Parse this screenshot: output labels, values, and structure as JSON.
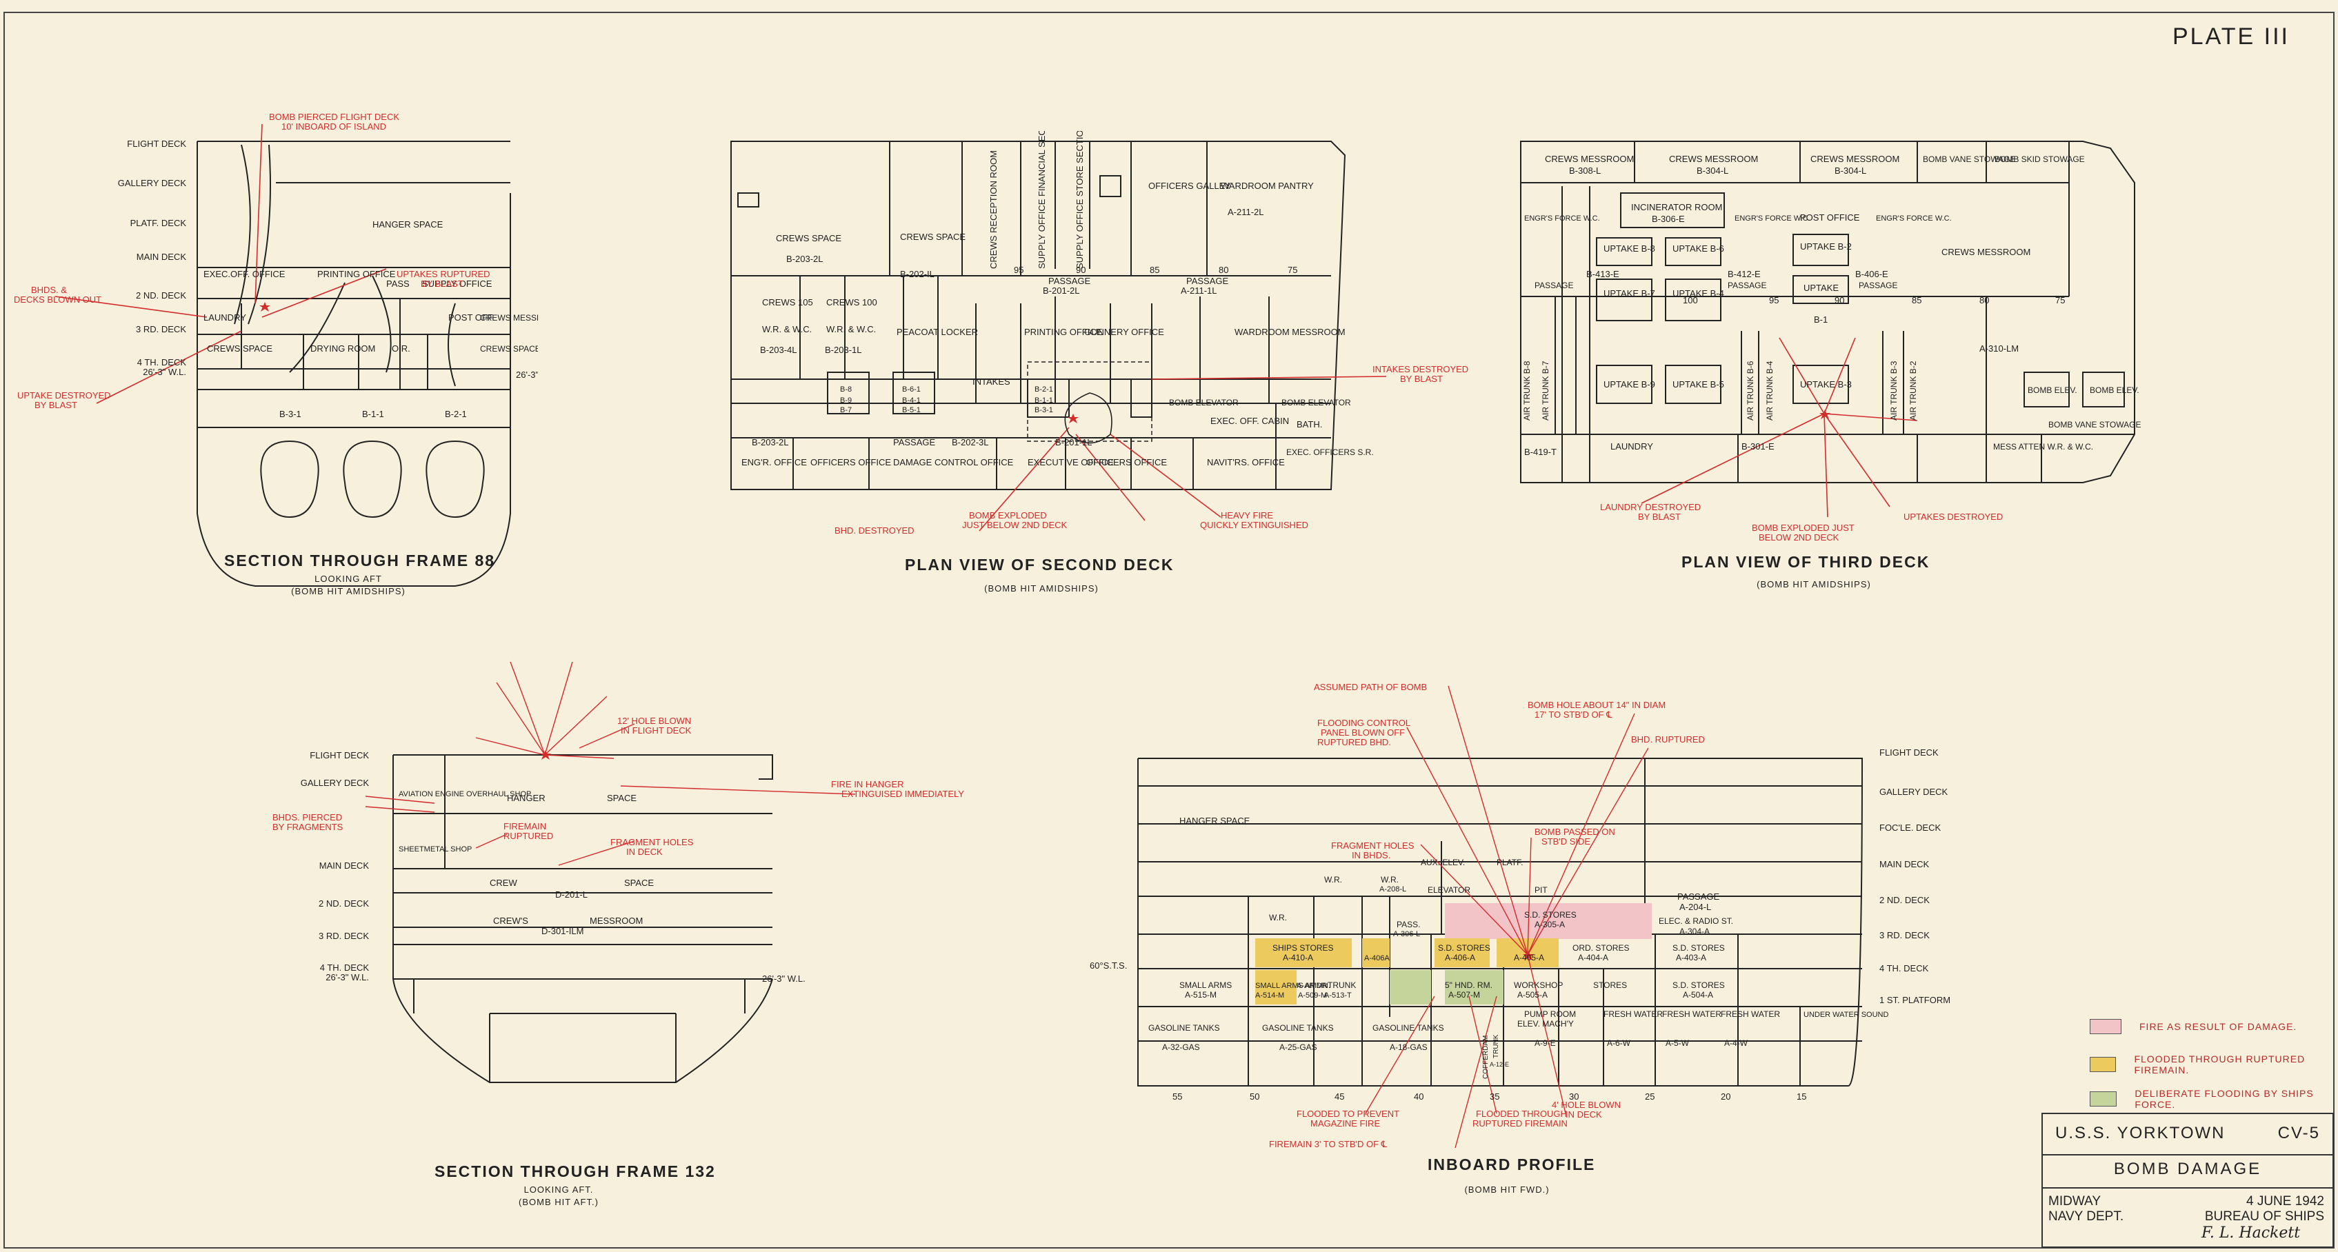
{
  "plate": "PLATE III",
  "drawings": {
    "frame88": {
      "title": "SECTION THROUGH FRAME 88",
      "sub1": "LOOKING AFT",
      "sub2": "(BOMB HIT AMIDSHIPS)",
      "deck_labels": [
        "FLIGHT DECK",
        "GALLERY DECK",
        "PLATF. DECK",
        "MAIN DECK",
        "2 ND. DECK",
        "3 RD. DECK",
        "4 TH. DECK",
        "26'-3\" W.L."
      ],
      "spaces": [
        "HANGER SPACE",
        "EXEC.OFF. OFFICE",
        "PRINTING OFFICE",
        "PASS",
        "SUPPLY OFFICE",
        "LAUNDRY",
        "POST OFF.",
        "CREWS MESSROOM",
        "CREWS SPACE",
        "DRYING ROOM",
        "O.R.",
        "CREWS SPACE",
        "B-3-1",
        "B-1-1",
        "B-2-1"
      ],
      "wl_right": "26'-3\" W.L.",
      "notes": [
        "BOMB PIERCED FLIGHT DECK",
        "10' INBOARD OF ISLAND",
        "BHDS. &",
        "DECKS BLOWN OUT",
        "UPTAKES RUPTURED",
        "BY BLAST",
        "UPTAKE DESTROYED",
        "BY BLAST"
      ]
    },
    "second_deck": {
      "title": "PLAN VIEW OF SECOND DECK",
      "sub": "(BOMB HIT AMIDSHIPS)",
      "spaces": [
        "CREWS SPACE",
        "B-203-2L",
        "CREWS SPACE",
        "B-202-IL",
        "CREWS RECEPTION ROOM",
        "SUPPLY OFFICE FINANCIAL SECTION",
        "SUPPLY OFFICE STORE SECTION",
        "OFFICERS GALLEY",
        "WARDROOM PANTRY",
        "A-211-2L",
        "PASSAGE",
        "B-201-2L",
        "PASSAGE",
        "A-211-1L",
        "CREWS 105",
        "CREWS 100",
        "W.R. & W.C.",
        "B-203-4L",
        "W.R. & W.C.",
        "B-203-1L",
        "PEACOAT LOCKER",
        "PRINTING OFFICE",
        "GUNNERY OFFICE",
        "WARDROOM MESSROOM",
        "INTAKES",
        "B-8",
        "B-9",
        "B-7",
        "B-6-1",
        "B-4-1",
        "B-5-1",
        "B-2-1",
        "B-1-1",
        "B-3-1",
        "BOMB ELEVATOR",
        "BOMB ELEVATOR",
        "BATH.",
        "EXEC. OFF. CABIN",
        "EXEC. OFFICERS S.R.",
        "B-203-2L",
        "PASSAGE",
        "B-202-3L",
        "B-201-1L",
        "ENG'R. OFFICE",
        "OFFICERS OFFICE",
        "DAMAGE CONTROL OFFICE",
        "EXECUTIVE OFFICE",
        "OFFICERS OFFICE",
        "NAVIT'RS. OFFICE"
      ],
      "frames": [
        "95",
        "90",
        "85",
        "80",
        "75"
      ],
      "notes": [
        "INTAKES DESTROYED",
        "BY BLAST",
        "BHD. DESTROYED",
        "BOMB EXPLODED",
        "JUST BELOW 2ND DECK",
        "HEAVY FIRE",
        "QUICKLY EXTINGUISHED"
      ]
    },
    "third_deck": {
      "title": "PLAN VIEW OF THIRD DECK",
      "sub": "(BOMB HIT AMIDSHIPS)",
      "spaces": [
        "CREWS MESSROOM",
        "B-308-L",
        "CREWS MESSROOM",
        "B-304-L",
        "CREWS MESSROOM",
        "B-304-L",
        "BOMB VANE STOWAGE",
        "BOMB SKID STOWAGE",
        "ENGR'S FORCE W.C.",
        "INCINERATOR ROOM",
        "B-306-E",
        "ENGR'S FORCE W.C.",
        "POST OFFICE",
        "ENGR'S FORCE W.C.",
        "UPTAKE B-8",
        "UPTAKE B-6",
        "UPTAKE B-2",
        "PASSAGE",
        "B-413-E",
        "B-412-E",
        "PASSAGE",
        "B-406-E",
        "PASSAGE",
        "CREWS MESSROOM",
        "UPTAKE B-7",
        "UPTAKE B-4",
        "UPTAKE",
        "B-1",
        "A-310-LM",
        "AIR TRUNK B-8",
        "AIR TRUNK B-7",
        "AIR TRUNK B-6",
        "AIR TRUNK B-4",
        "AIR TRUNK B-3",
        "AIR TRUNK B-2",
        "UPTAKE B-9",
        "UPTAKE B-5",
        "UPTAKE B-3",
        "BOMB ELEV.",
        "BOMB ELEV.",
        "B-419-T",
        "LAUNDRY",
        "B-301-E",
        "BOMB VANE STOWAGE",
        "MESS ATTEN W.R. & W.C."
      ],
      "frames": [
        "100",
        "95",
        "90",
        "85",
        "80",
        "75"
      ],
      "notes": [
        "LAUNDRY DESTROYED",
        "BY BLAST",
        "BOMB EXPLODED JUST",
        "BELOW 2ND DECK",
        "UPTAKES DESTROYED"
      ]
    },
    "frame132": {
      "title": "SECTION THROUGH FRAME 132",
      "sub1": "LOOKING AFT.",
      "sub2": "(BOMB HIT AFT.)",
      "deck_labels": [
        "FLIGHT DECK",
        "GALLERY DECK",
        "MAIN DECK",
        "2 ND. DECK",
        "3 RD. DECK",
        "4 TH. DECK",
        "26'-3\" W.L."
      ],
      "spaces": [
        "HANGER",
        "SPACE",
        "AVIATION ENGINE OVERHAUL SHOP",
        "SHEETMETAL SHOP",
        "CREW",
        "SPACE",
        "D-201-L",
        "CREW'S",
        "MESSROOM",
        "D-301-ILM"
      ],
      "wl_right": "26'-3\" W.L.",
      "notes": [
        "12' HOLE BLOWN",
        "IN FLIGHT DECK",
        "FIRE IN HANGER",
        "EXTINGUISED IMMEDIATELY",
        "BHDS. PIERCED",
        "BY FRAGMENTS",
        "FIREMAIN",
        "RUPTURED",
        "FRAGMENT HOLES",
        "IN DECK"
      ]
    },
    "inboard": {
      "title": "INBOARD PROFILE",
      "sub": "(BOMB HIT FWD.)",
      "deck_labels": [
        "FLIGHT DECK",
        "GALLERY DECK",
        "FOC'LE. DECK",
        "MAIN DECK",
        "2 ND. DECK",
        "3 RD. DECK",
        "4 TH. DECK",
        "1 ST. PLATFORM"
      ],
      "spaces": [
        "HANGER SPACE",
        "AUX. ELEV.",
        "PLATF.",
        "ELEVATOR",
        "PIT",
        "PASSAGE",
        "A-204-L",
        "W.R.",
        "W.R.",
        "A-208-L",
        "PASS.",
        "A-306-L",
        "W.R.",
        "S.D. STORES",
        "A-305-A",
        "ELEC. & RADIO ST.",
        "A-304-A",
        "SHIPS STORES",
        "A-410-A",
        "A-406A",
        "S.D. STORES",
        "A-406-A",
        "A-405-A",
        "ORD. STORES",
        "A-404-A",
        "S.D. STORES",
        "A-403-A",
        "SMALL ARMS",
        "A-515-M",
        "SMALL ARMS AMMN.",
        "A-514-M",
        "A-AP DR",
        "A-509-M",
        "TRUNK",
        "A-513-T",
        "5\" HND. RM.",
        "A-507-M",
        "WORKSHOP",
        "A-505-A",
        "STORES",
        "S.D. STORES",
        "A-504-A",
        "GASOLINE TANKS",
        "A-32-GAS",
        "GASOLINE TANKS",
        "A-25-GAS",
        "GASOLINE TANKS",
        "A-18-GAS",
        "COFFERDAM",
        "TRUNK",
        "A-12-E",
        "PUMP ROOM",
        "ELEV. MACH'Y",
        "A-9-E",
        "FRESH WATER",
        "A-6-W",
        "FRESH WATER",
        "A-5-W",
        "FRESH WATER",
        "A-4-W",
        "UNDER WATER SOUND"
      ],
      "frames": [
        "55",
        "50",
        "45",
        "40",
        "35",
        "30",
        "25",
        "20",
        "15"
      ],
      "sts_label": "60°S.T.S.",
      "notes": [
        "ASSUMED PATH OF BOMB",
        "BOMB HOLE ABOUT 14\" IN DIAM",
        "17' TO STB'D OF ℄",
        "FLOODING CONTROL",
        "PANEL BLOWN OFF",
        "RUPTURED BHD.",
        "BHD. RUPTURED",
        "FRAGMENT HOLES",
        "IN BHDS.",
        "BOMB PASSED ON",
        "STB'D SIDE",
        "FLOODED TO PREVENT",
        "MAGAZINE FIRE",
        "FIREMAIN 3' TO STB'D OF ℄",
        "FLOODED THROUGH",
        "RUPTURED FIREMAIN",
        "4' HOLE BLOWN",
        "IN DECK"
      ]
    }
  },
  "legend": {
    "items": [
      {
        "label": "FIRE AS RESULT OF DAMAGE.",
        "color": "#f2c4c8"
      },
      {
        "label": "FLOODED THROUGH RUPTURED FIREMAIN.",
        "color": "#ecca5e"
      },
      {
        "label": "DELIBERATE FLOODING BY SHIPS FORCE.",
        "color": "#c5d49a"
      }
    ]
  },
  "title_block": {
    "ship": "U.S.S. YORKTOWN",
    "hull": "CV-5",
    "subject": "BOMB DAMAGE",
    "battle": "MIDWAY",
    "date": "4 JUNE 1942",
    "dept": "NAVY DEPT.",
    "bureau": "BUREAU OF SHIPS",
    "signature": "F. L. Hackett"
  },
  "colors": {
    "paper": "#f7f0dd",
    "ink": "#1d1d1d",
    "annotation": "#d42b2b",
    "fire": "#f2c4c8",
    "flood_firemain": "#ecca5e",
    "flood_deliberate": "#c5d49a"
  }
}
